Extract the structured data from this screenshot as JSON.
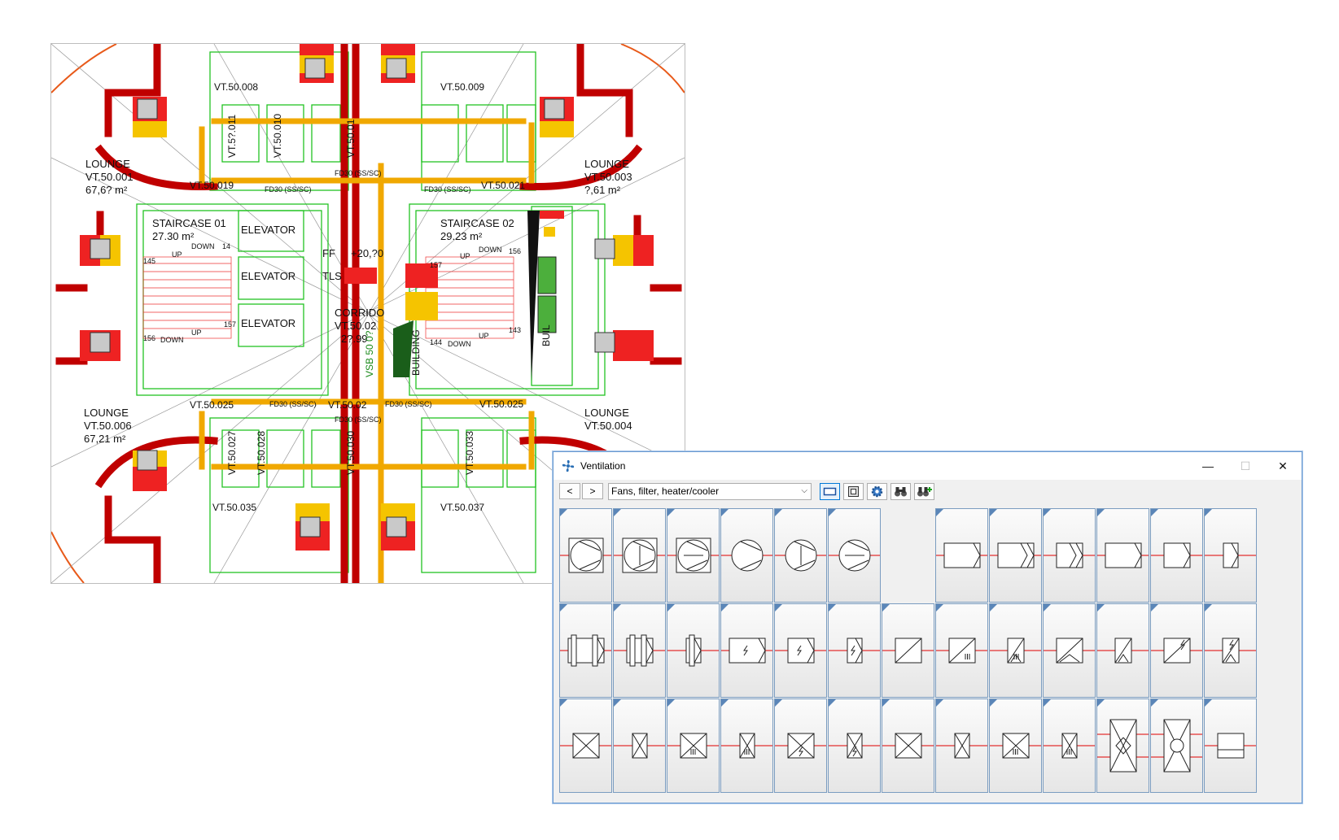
{
  "drawing": {
    "labels": {
      "lounge_nw_name": "LOUNGE",
      "lounge_nw_id": "VT.50.001",
      "lounge_nw_area": "67,6? m²",
      "lounge_ne_name": "LOUNGE",
      "lounge_ne_id": "VT.50.003",
      "lounge_ne_area": "?,61 m²",
      "lounge_sw_name": "LOUNGE",
      "lounge_sw_id": "VT.50.006",
      "lounge_sw_area": "67,21 m²",
      "lounge_se_name": "LOUNGE",
      "lounge_se_id": "VT.50.004",
      "stair1_name": "STAIRCASE 01",
      "stair1_area": "27.30 m²",
      "stair2_name": "STAIRCASE 02",
      "stair2_area": "29.23 m²",
      "elevator1": "ELEVATOR",
      "elevator2": "ELEVATOR",
      "elevator3": "ELEVATOR",
      "corridor_name": "CORRIDO",
      "corridor_id": "VT.50.02",
      "corridor_area": "2?.99",
      "building_1": "BUILDING",
      "building_2": "BUIL",
      "up1": "UP",
      "down1": "DOWN",
      "up2": "UP",
      "down2": "DOWN",
      "up3": "UP",
      "down3": "DOWN",
      "up4": "UP",
      "down4": "DOWN",
      "n145": "145",
      "n156a": "156",
      "n157": "157",
      "n14a": "14",
      "n156b": "156",
      "n157b": "157",
      "n143": "143",
      "n144": "144",
      "ff": "FF",
      "tls": "TLS",
      "level": "+20,?0",
      "vt008": "VT.50.008",
      "vt009": "VT.50.009",
      "vt019": "VT.50.019",
      "vt021": "VT.50.021",
      "vt025a": "VT.50.025",
      "vt025b": "VT.50.025",
      "vt035": "VT.50.035",
      "vt037": "VT.50.037",
      "vt011": "VT.5?.011",
      "vt010": "VT.50.010",
      "vt027": "VT.50.027",
      "vt028": "VT.50.028",
      "vt030": "VT.50.030",
      "vt033": "VT.50.033",
      "vt01x": "VT.50.01",
      "vt02x": "VT.50.02",
      "fd1": "FD30 (SS/SC)",
      "fd2": "FD30 (SS/SC)",
      "fd3": "FD30 (SS/SC)",
      "fd4": "FD30 (SS/SC)",
      "fd5": "FD30 (SS/SC)",
      "fd6": "FD30 (SS/SC)",
      "vsb": "VSB 50 0?"
    }
  },
  "window": {
    "title": "Ventilation",
    "icon": "ventilation-fan-icon",
    "minimize_label": "—",
    "maximize_label": "☐",
    "close_label": "✕",
    "back_label": "<",
    "forward_label": ">",
    "category_selected": "Fans, filter, heater/cooler",
    "dropdown_arrow": "⌵",
    "colors": {
      "border": "#6b9bd1",
      "tile_border": "#7a9cc0",
      "corner": "#5b86b8",
      "axis_line": "#e00000"
    },
    "toolbar_icons": [
      "rectangle-view-icon",
      "tile-view-icon",
      "settings-gear-icon",
      "binoculars-search-icon",
      "binoculars-add-icon"
    ],
    "symbol_rows": [
      [
        "fan-circle-square",
        "fan-circle-square-vertical",
        "fan-circle-square-horizontal",
        "fan-circle",
        "fan-circle-vertical",
        "fan-circle-horizontal",
        "empty",
        "filter-chevron-wide",
        "filter-double-chevron",
        "filter-chevron-narrow",
        "filter-chevron-medium",
        "filter-chevron-small",
        "filter-chevron-tiny"
      ],
      [
        "silencer-wide",
        "silencer-medium",
        "silencer-narrow",
        "heater-wide",
        "heater-medium",
        "heater-narrow",
        "cooler-diagonal",
        "cooler-diagonal-iii",
        "cooler-diagonal-narrow-iii",
        "cooler-diagonal-arrow",
        "cooler-narrow-arrow",
        "cooler-heater-wide",
        "cooler-heater-narrow"
      ],
      [
        "damper-x-wide",
        "damper-x-narrow",
        "damper-x-iii",
        "damper-x-narrow-iii",
        "damper-x-heater",
        "damper-x-narrow-heater",
        "damper-x-large",
        "damper-x-tall-narrow",
        "damper-x-large-iii",
        "damper-x-tall-iii",
        "unit-x-diamond",
        "unit-x-circle",
        "unit-bar"
      ]
    ]
  }
}
